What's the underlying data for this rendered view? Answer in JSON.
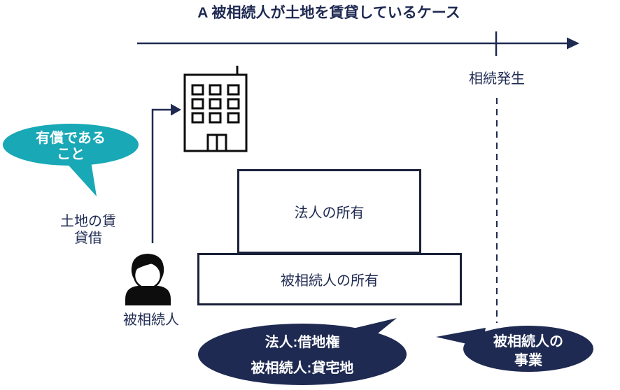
{
  "colors": {
    "navy": "#1f2a52",
    "teal": "#18a8b6",
    "ink": "#0d0d0d",
    "bubble_text": "#ffffff"
  },
  "header": {
    "title": "A 被相続人が土地を賃貸しているケース"
  },
  "timeline": {
    "event_label": "相続発生"
  },
  "callouts": {
    "paid_condition": "有償である\nこと",
    "corporation_tenancy": "法人:借地権\n被相続人:貸宅地",
    "decedent_business": "被相続人の\n事業"
  },
  "labels": {
    "land_lease": "土地の賃\n貸借",
    "decedent": "被相続人"
  },
  "boxes": {
    "corporate_ownership": "法人の所有",
    "decedent_ownership": "被相続人の所有"
  },
  "icons": {
    "building": "building-icon",
    "person": "person-icon"
  }
}
